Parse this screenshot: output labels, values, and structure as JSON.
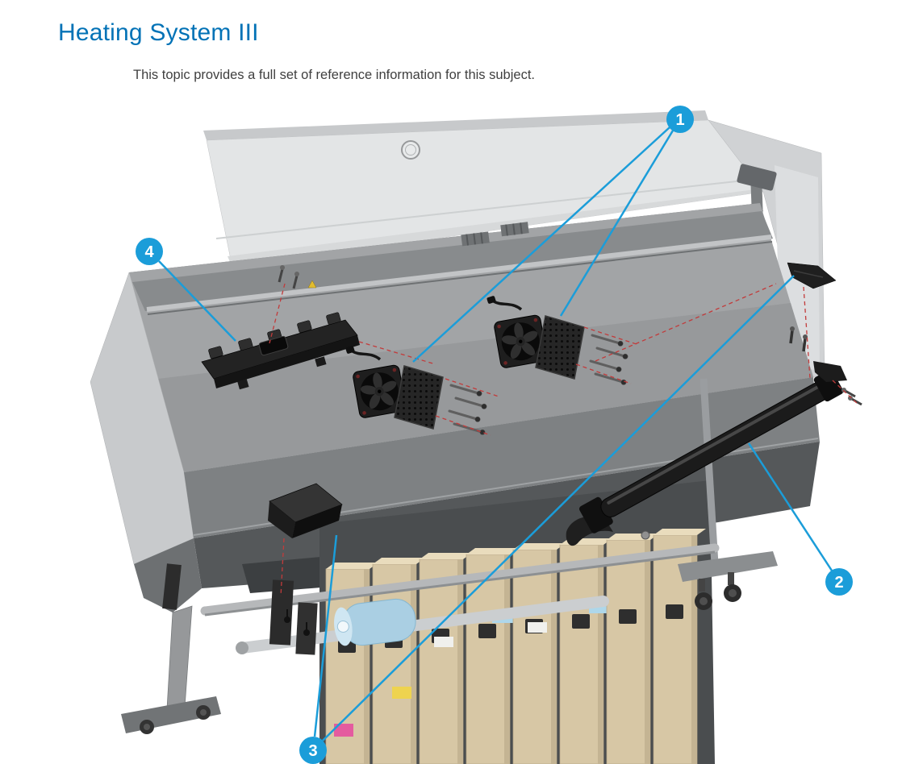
{
  "page": {
    "title": "Heating System III",
    "subtitle": "This topic provides a full set of reference information for this subject."
  },
  "figure": {
    "callouts": [
      {
        "label": "1"
      },
      {
        "label": "2"
      },
      {
        "label": "3"
      },
      {
        "label": "4"
      }
    ]
  },
  "colors": {
    "heading_blue": "#0272b6",
    "callout_blue": "#1b9dd9",
    "callout_number": "#ffffff",
    "leader_line": "#1b9dd9",
    "guide_line_red": "#c23b3b"
  }
}
